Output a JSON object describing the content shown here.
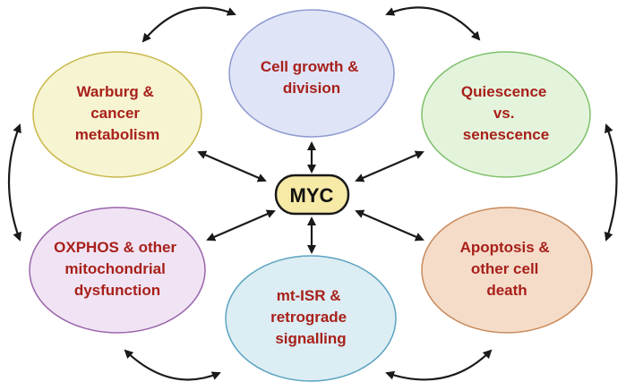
{
  "hub": {
    "label": "MYC",
    "fill": "#f7e9a6",
    "stroke": "#1a1a1a"
  },
  "nodes": {
    "cell_growth": {
      "lines": [
        "Cell growth &",
        "division"
      ],
      "fill": "#dfe4f7",
      "stroke": "#8e9ad0"
    },
    "warburg": {
      "lines": [
        "Warburg &",
        "cancer",
        "metabolism"
      ],
      "fill": "#f7f4d2",
      "stroke": "#c8b84a"
    },
    "quiescence": {
      "lines": [
        "Quiescence",
        "vs.",
        "senescence"
      ],
      "fill": "#e4f4dc",
      "stroke": "#7fc06a"
    },
    "oxphos": {
      "lines": [
        "OXPHOS & other",
        "mitochondrial",
        "dysfunction"
      ],
      "fill": "#f0e4f4",
      "stroke": "#9a64ab"
    },
    "apoptosis": {
      "lines": [
        "Apoptosis &",
        "other cell",
        "death"
      ],
      "fill": "#f4dcc9",
      "stroke": "#c98a5c"
    },
    "mt_isr": {
      "lines": [
        "mt-ISR &",
        "retrograde",
        "signalling"
      ],
      "fill": "#dcedf4",
      "stroke": "#5aa3bf"
    }
  },
  "arrow_color": "#1a1a1a"
}
